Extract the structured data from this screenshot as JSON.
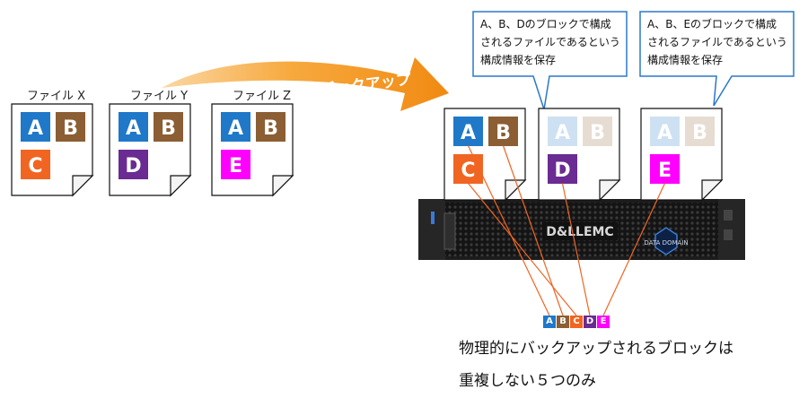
{
  "files": [
    {
      "label": "ファイル X",
      "blocks": [
        "A",
        "B",
        "C"
      ]
    },
    {
      "label": "ファイル Y",
      "blocks": [
        "A",
        "B",
        "D"
      ]
    },
    {
      "label": "ファイル Z",
      "blocks": [
        "A",
        "B",
        "E"
      ]
    }
  ],
  "arrow_label": "バックアップ",
  "backup_docs": [
    {
      "blocks": [
        "A",
        "B",
        "C"
      ],
      "faded": false
    },
    {
      "blocks": [
        "A",
        "B",
        "D"
      ],
      "faded": true
    },
    {
      "blocks": [
        "A",
        "B",
        "E"
      ],
      "faded": true
    }
  ],
  "callouts": [
    {
      "text": "A、B、Dのブロックで構成\nされるファイルであるという\n構成情報を保存"
    },
    {
      "text": "A、B、Eのブロックで構成\nされるファイルであるという\n構成情報を保存"
    }
  ],
  "server": {
    "brand": "D&LLEMC",
    "product": "DATA DOMAIN"
  },
  "stored_blocks": [
    "A",
    "B",
    "C",
    "D",
    "E"
  ],
  "caption": {
    "line1": "物理的にバックアップされるブロックは",
    "line2": "重複しない５つのみ"
  },
  "colors": {
    "A": "#1f78c8",
    "B": "#8b5e34",
    "C": "#f06522",
    "D": "#6a2b92",
    "E": "#ff00ff",
    "arrow": "#f59a1e",
    "connector": "#f06522",
    "callout_border": "#2a78c8"
  }
}
